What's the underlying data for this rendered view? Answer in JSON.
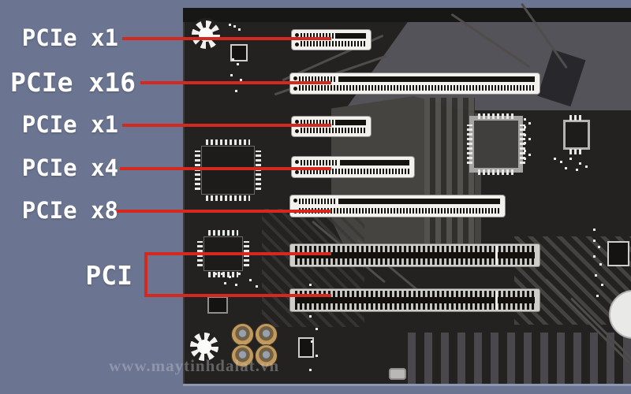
{
  "diagram": {
    "title_hint": "Motherboard expansion slot identification diagram",
    "annotations": [
      {
        "id": "pcie-x1-top",
        "label": "PCIe x1"
      },
      {
        "id": "pcie-x16",
        "label": "PCIe x16"
      },
      {
        "id": "pcie-x1-mid",
        "label": "PCIe x1"
      },
      {
        "id": "pcie-x4",
        "label": "PCIe x4"
      },
      {
        "id": "pcie-x8",
        "label": "PCIe x8"
      },
      {
        "id": "pci",
        "label": "PCI"
      }
    ],
    "slots": [
      {
        "type": "PCIe x1"
      },
      {
        "type": "PCIe x16"
      },
      {
        "type": "PCIe x1"
      },
      {
        "type": "PCIe x4"
      },
      {
        "type": "PCIe x8"
      },
      {
        "type": "PCI"
      },
      {
        "type": "PCI"
      }
    ],
    "watermark": "www.maytinhdalat.vn",
    "colors": {
      "background": "#6b7490",
      "board": "#242220",
      "callout_line": "#d5281e",
      "label_text": "#ffffff",
      "pcie_slot_body": "#f3f1ed",
      "pci_slot_body": "#cfcec9"
    }
  }
}
